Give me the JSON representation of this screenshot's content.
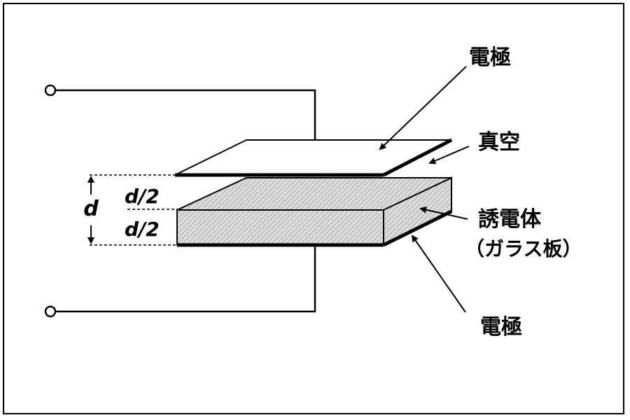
{
  "labels": {
    "top_electrode": "電極",
    "vacuum": "真空",
    "dielectric_line1": "誘電体",
    "dielectric_line2": "（ガラス板）",
    "bottom_electrode": "電極",
    "gap_d": "d",
    "half_upper": "d/2",
    "half_lower": "d/2"
  },
  "colors": {
    "line": "#000000",
    "background": "#ffffff",
    "dielectric_fill": "#d9d9d9"
  }
}
